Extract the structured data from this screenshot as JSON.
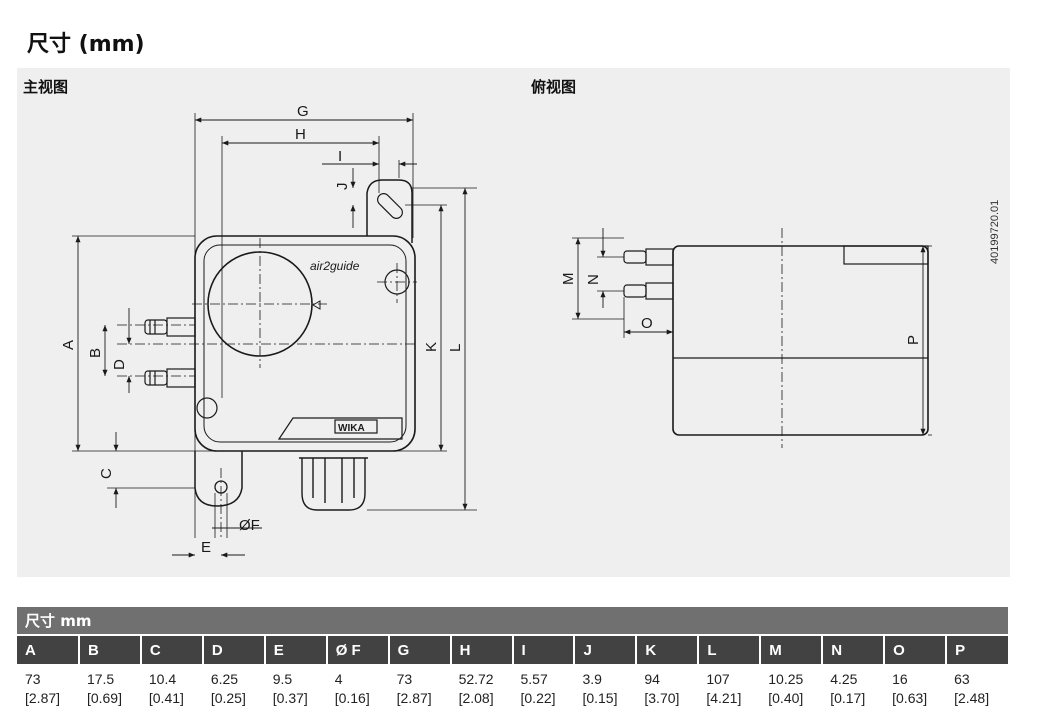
{
  "title": "尺寸 (mm)",
  "front_view_label": "主视图",
  "top_view_label": "俯视图",
  "doc_number": "40199720.01",
  "drawing_labels": {
    "G": "G",
    "H": "H",
    "I": "I",
    "J": "J",
    "A": "A",
    "B": "B",
    "D": "D",
    "K": "K",
    "L": "L",
    "C": "C",
    "F": "ØF",
    "E": "E",
    "M": "M",
    "N": "N",
    "O": "O",
    "P": "P",
    "brand": "WIKA",
    "logo": "air2guide"
  },
  "table": {
    "title": "尺寸 mm",
    "columns": [
      {
        "h": "A",
        "v": "73",
        "inch": "[2.87]"
      },
      {
        "h": "B",
        "v": "17.5",
        "inch": "[0.69]"
      },
      {
        "h": "C",
        "v": "10.4",
        "inch": "[0.41]"
      },
      {
        "h": "D",
        "v": "6.25",
        "inch": "[0.25]"
      },
      {
        "h": "E",
        "v": "9.5",
        "inch": "[0.37]"
      },
      {
        "h": "Ø F",
        "v": "4",
        "inch": "[0.16]"
      },
      {
        "h": "G",
        "v": "73",
        "inch": "[2.87]"
      },
      {
        "h": "H",
        "v": "52.72",
        "inch": "[2.08]"
      },
      {
        "h": "I",
        "v": "5.57",
        "inch": "[0.22]"
      },
      {
        "h": "J",
        "v": "3.9",
        "inch": "[0.15]"
      },
      {
        "h": "K",
        "v": "94",
        "inch": "[3.70]"
      },
      {
        "h": "L",
        "v": "107",
        "inch": "[4.21]"
      },
      {
        "h": "M",
        "v": "10.25",
        "inch": "[0.40]"
      },
      {
        "h": "N",
        "v": "4.25",
        "inch": "[0.17]"
      },
      {
        "h": "O",
        "v": "16",
        "inch": "[0.63]"
      },
      {
        "h": "P",
        "v": "63",
        "inch": "[2.48]"
      }
    ]
  }
}
